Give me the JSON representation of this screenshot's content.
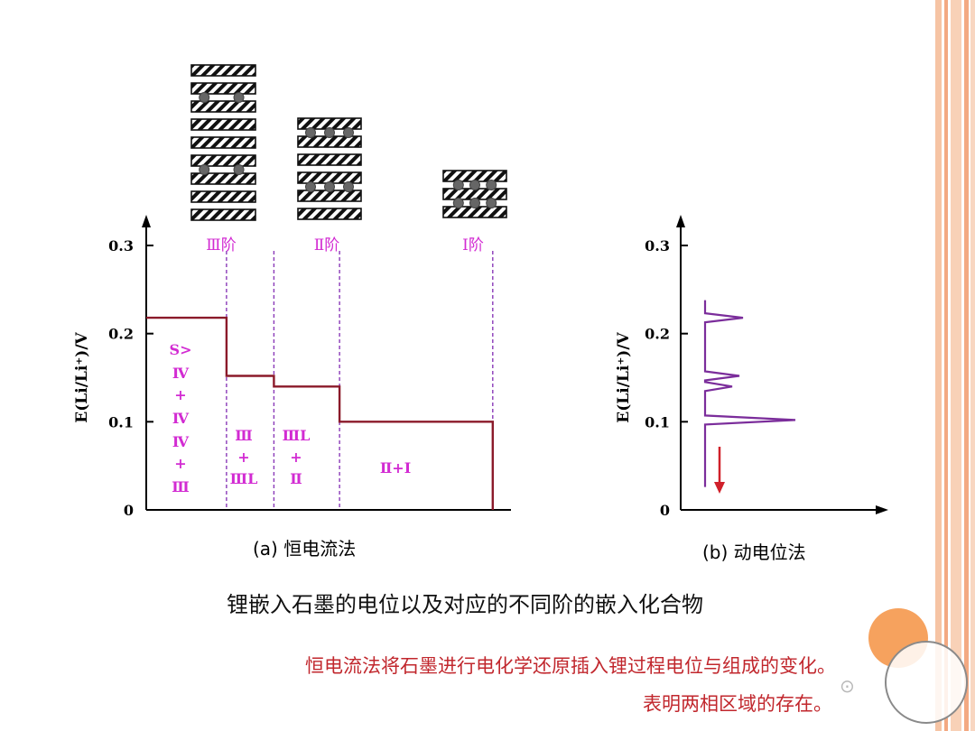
{
  "chart_data": [
    {
      "type": "line",
      "subtitle": "(a) 恒电流法",
      "ylabel": "E(Li/Li⁺)/V",
      "ylim": [
        0,
        0.3
      ],
      "yticks": [
        "0",
        "0.1",
        "0.2",
        "0.3"
      ],
      "series": [
        {
          "x": [
            0,
            0.22,
            0.22,
            0.35,
            0.35,
            0.53,
            0.53,
            0.95,
            0.95
          ],
          "y": [
            0.218,
            0.218,
            0.152,
            0.152,
            0.14,
            0.14,
            0.1,
            0.1,
            0
          ]
        }
      ],
      "stage_labels": [
        "Ⅲ阶",
        "Ⅱ阶",
        "Ⅰ阶"
      ],
      "stage_boundaries": [
        0.22,
        0.35,
        0.53,
        0.95
      ],
      "regions": [
        [
          "S>",
          "Ⅳ",
          "+",
          "Ⅳ",
          "Ⅳ",
          "+",
          "Ⅲ"
        ],
        [
          "Ⅲ",
          "+",
          "ⅢL"
        ],
        [
          "ⅢL",
          "+",
          "Ⅱ"
        ],
        [
          "Ⅱ+Ⅰ"
        ]
      ]
    },
    {
      "type": "line",
      "subtitle": "(b) 动电位法",
      "ylabel": "E(Li/Li⁺)/V",
      "ylim": [
        0,
        0.3
      ],
      "yticks": [
        "0",
        "0.1",
        "0.2",
        "0.3"
      ],
      "peaks": [
        {
          "y": 0.218,
          "intensity": 0.42
        },
        {
          "y": 0.152,
          "intensity": 0.38
        },
        {
          "y": 0.14,
          "intensity": 0.3
        },
        {
          "y": 0.102,
          "intensity": 1.0
        }
      ],
      "y_range": [
        0.026,
        0.238
      ]
    }
  ],
  "caption": "锂嵌入石墨的电位以及对应的不同阶的嵌入化合物",
  "note_line1": "恒电流法将石墨进行电化学还原插入锂过程电位与组成的变化。",
  "note_line2": "表明两相区域的存在。",
  "colors": {
    "curve_a": "#8b1a2a",
    "curve_b": "#7b2d9b",
    "region_text": "#d22bd2",
    "guide": "#8a3ab8",
    "arrow": "#d0202a",
    "note": "#c1272d",
    "accent_circle": "#f6a25e",
    "stripe": "#f3b58f"
  }
}
